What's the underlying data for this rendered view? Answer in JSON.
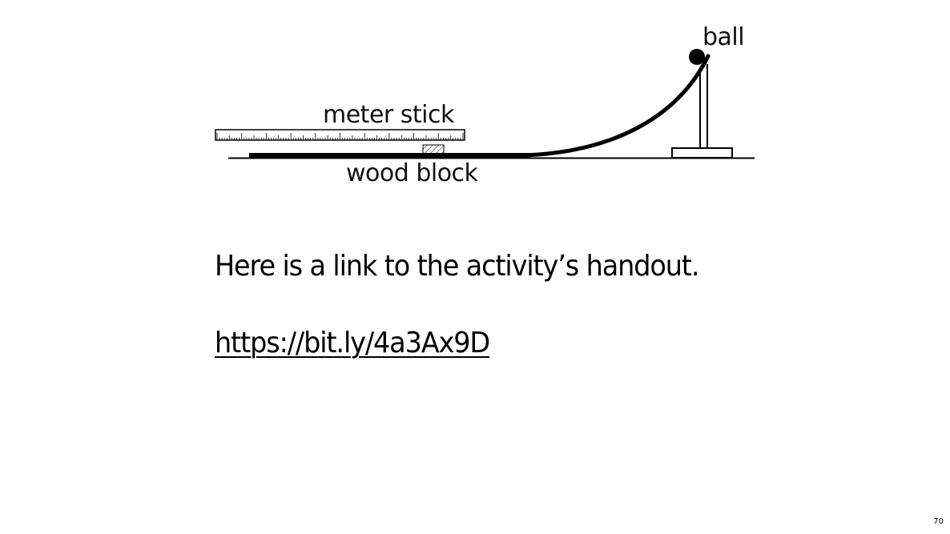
{
  "diagram": {
    "labels": {
      "ball": "ball",
      "meter_stick": "meter stick",
      "wood_block": "wood block"
    }
  },
  "content": {
    "handout_text": "Here is a link to the activity’s handout.",
    "handout_link": "https://bit.ly/4a3Ax9D"
  },
  "slide_number": "70"
}
